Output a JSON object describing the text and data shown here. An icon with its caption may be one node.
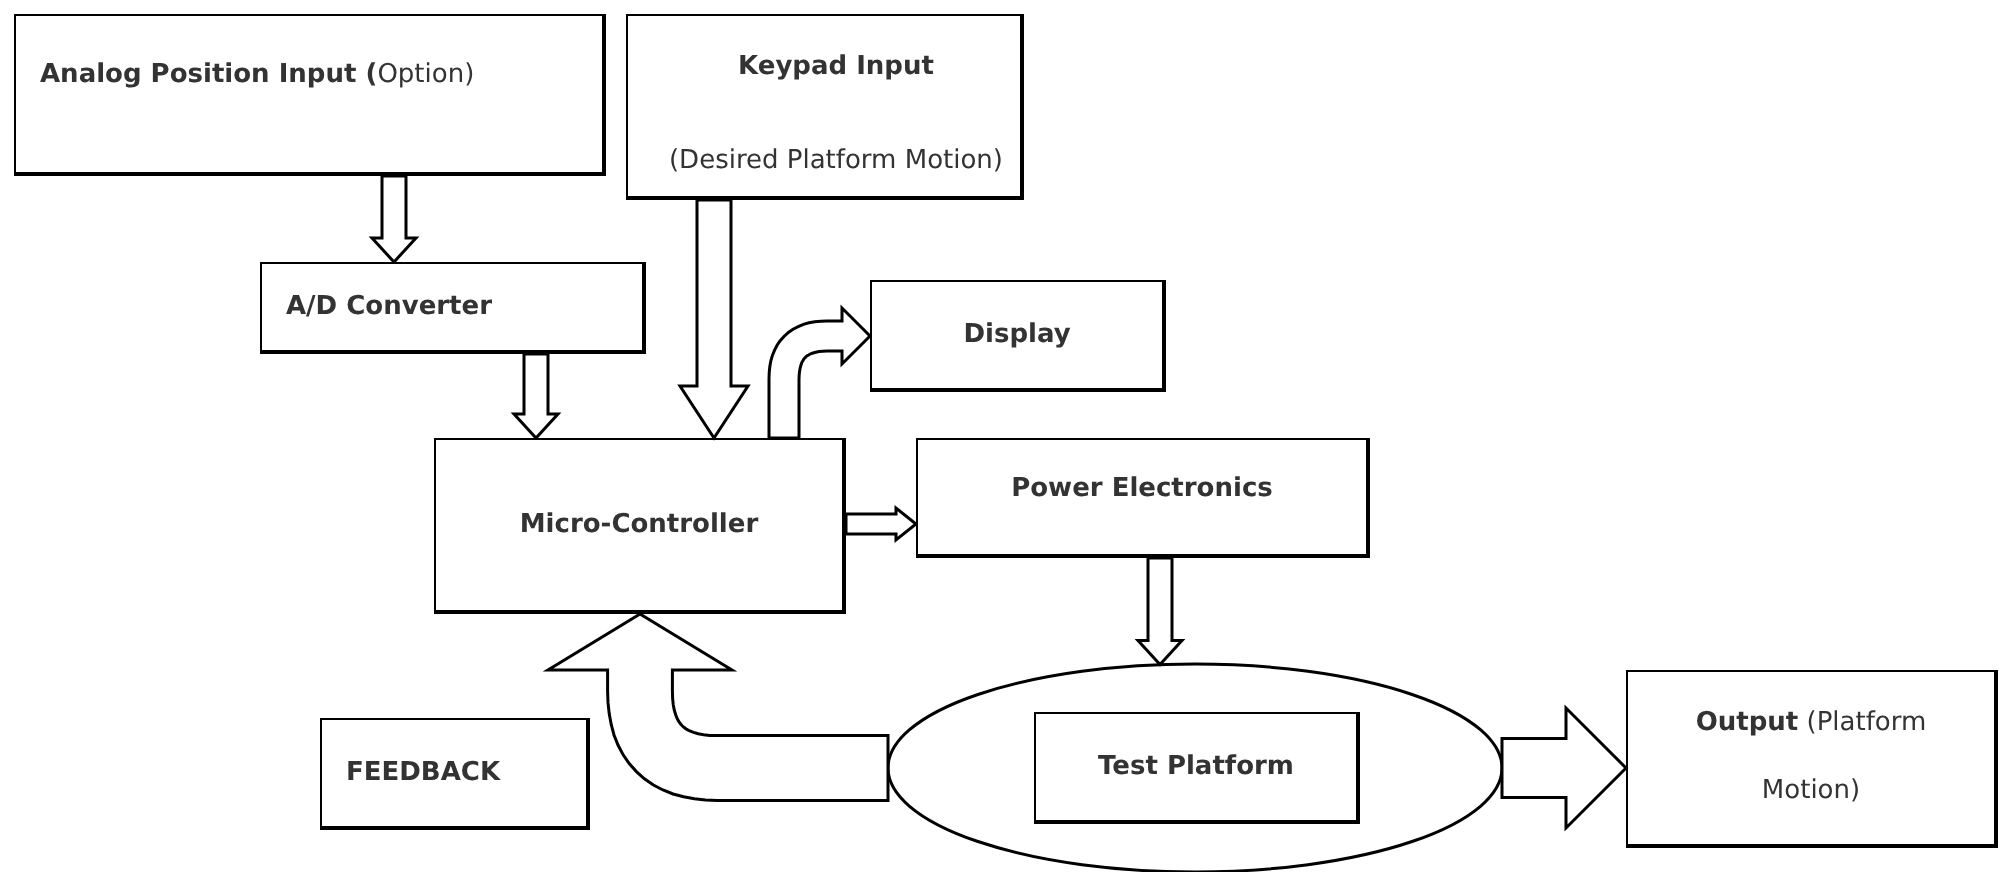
{
  "diagram": {
    "nodes": [
      {
        "text": [
          "**Analog Position Input (**Option)"
        ]
      },
      {
        "text": [
          "Keypad Input",
          "(Desired Platform Motion)"
        ]
      },
      {
        "text": [
          "A/D Converter"
        ]
      },
      {
        "text": [
          "Micro-Controller"
        ]
      },
      {
        "text": [
          "Display"
        ]
      },
      {
        "text": [
          "Power Electronics"
        ]
      },
      {
        "text": [],
        "shape": "ellipse"
      },
      {
        "text": [
          "Test Platform"
        ],
        "in": 6
      },
      {
        "text": [
          "FEEDBACK"
        ]
      },
      {
        "text": [
          "**Output** (Platform Motion)"
        ]
      }
    ],
    "edges": [
      {
        "from": 0,
        "to": 2,
        "arrow": "to"
      },
      {
        "from": 2,
        "to": 3,
        "arrow": "to"
      },
      {
        "from": 1,
        "to": 3,
        "arrow": "to"
      },
      {
        "from": 3,
        "to": 4,
        "arrow": "to"
      },
      {
        "from": 3,
        "to": 5,
        "arrow": "to"
      },
      {
        "from": 5,
        "to": 6,
        "arrow": "to"
      },
      {
        "from": 6,
        "to": 9,
        "arrow": "to",
        "style": "thick"
      },
      {
        "from": 6,
        "to": 3,
        "arrow": "to",
        "style": "thick"
      }
    ]
  }
}
